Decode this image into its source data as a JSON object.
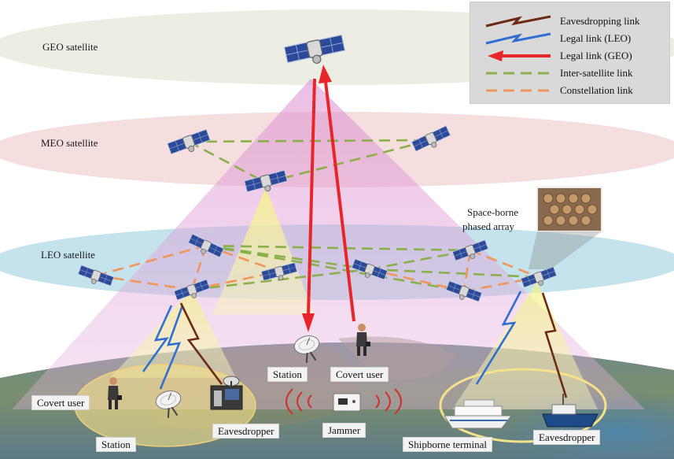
{
  "layers": {
    "geo": "GEO satellite",
    "meo": "MEO satellite",
    "leo": "LEO satellite"
  },
  "labels": {
    "phased_array_line1": "Space-borne",
    "phased_array_line2": "phased array",
    "station_center": "Station",
    "covert_user_center": "Covert user",
    "covert_user_left": "Covert user",
    "station_left": "Station",
    "eavesdropper_left": "Eavesdropper",
    "jammer": "Jammer",
    "shipborne_terminal": "Shipborne terminal",
    "eavesdropper_right": "Eavesdropper"
  },
  "legend": {
    "eavesdropping": "Eavesdropping link",
    "legal_leo": "Legal link (LEO)",
    "legal_geo": "Legal link (GEO)",
    "inter_satellite": "Inter-satellite link",
    "constellation": "Constellation link"
  },
  "colors": {
    "eavesdropping": "#6b2a14",
    "legal_leo": "#2f6fd0",
    "legal_geo": "#e8262a",
    "inter_satellite": "#8ab04a",
    "constellation": "#f0965a",
    "geo_band": "#eceee4",
    "meo_band": "#f5dede",
    "leo_band": "#c4e3ec",
    "beam_pink": "#e6a8d8",
    "beam_yellow": "#f6f3a6"
  },
  "icons": {
    "satellite": "satellite-icon",
    "dish": "dish-antenna-icon",
    "person": "person-icon",
    "building": "building-icon",
    "jammer": "jammer-icon",
    "ship": "ship-icon",
    "phased_array": "phased-array-icon"
  }
}
